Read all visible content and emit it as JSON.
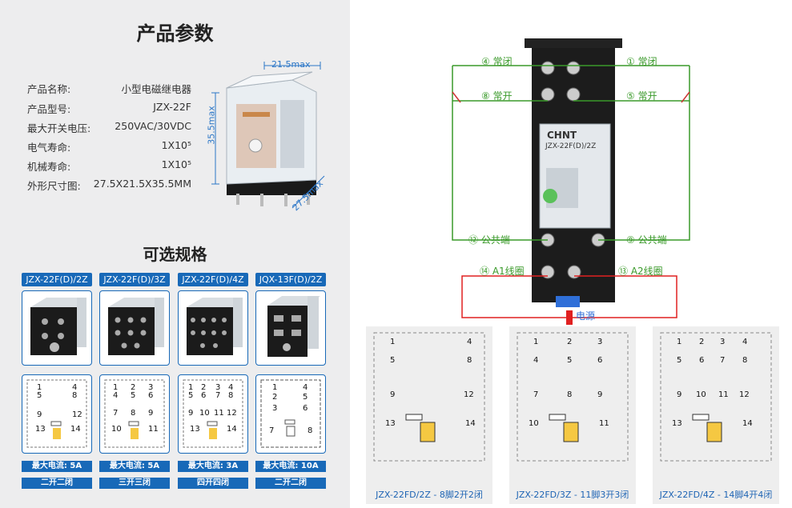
{
  "params": {
    "title": "产品参数",
    "rows": [
      {
        "key": "产品名称:",
        "value": "小型电磁继电器"
      },
      {
        "key": "产品型号:",
        "value": "JZX-22F"
      },
      {
        "key": "最大开关电压:",
        "value": "250VAC/30VDC"
      },
      {
        "key": "电气寿命:",
        "value": "1X10⁵"
      },
      {
        "key": "机械寿命:",
        "value": "1X10⁵"
      },
      {
        "key": "外形尺寸图:",
        "value": "27.5X21.5X35.5MM"
      }
    ],
    "dims": {
      "width": "21.5max",
      "height": "35.5max",
      "depth": "27.5max"
    }
  },
  "options": {
    "title": "可选规格",
    "variants": [
      {
        "model": "JZX-22F(D)/2Z",
        "current": "最大电流: 5A",
        "contacts": "二开二闭"
      },
      {
        "model": "JZX-22F(D)/3Z",
        "current": "最大电流: 5A",
        "contacts": "三开三闭"
      },
      {
        "model": "JZX-22F(D)/4Z",
        "current": "最大电流: 3A",
        "contacts": "四开四闭"
      },
      {
        "model": "JQX-13F(D)/2Z",
        "current": "最大电流: 10A",
        "contacts": "二开二闭"
      }
    ]
  },
  "wiring": {
    "relay_brand": "CHNT",
    "relay_model": "JZX-22F(D)/2Z",
    "labels": {
      "nc4": "④ 常闭",
      "nc1": "① 常闭",
      "no8": "⑧ 常开",
      "no5": "⑤ 常开",
      "com12": "⑫ 公共端",
      "com9": "⑨ 公共端",
      "a1": "⑭ A1线圈",
      "a2": "⑬ A2线圈",
      "power": "电源"
    }
  },
  "schematics": [
    {
      "caption": "JZX-22FD/2Z - 8脚2开2闭"
    },
    {
      "caption": "JZX-22FD/3Z - 11脚3开3闭"
    },
    {
      "caption": "JZX-22FD/4Z - 14脚4开4闭"
    }
  ],
  "colors": {
    "brand_blue": "#1869b8",
    "wire_green": "#3a9a2a",
    "wire_red": "#e02020"
  }
}
